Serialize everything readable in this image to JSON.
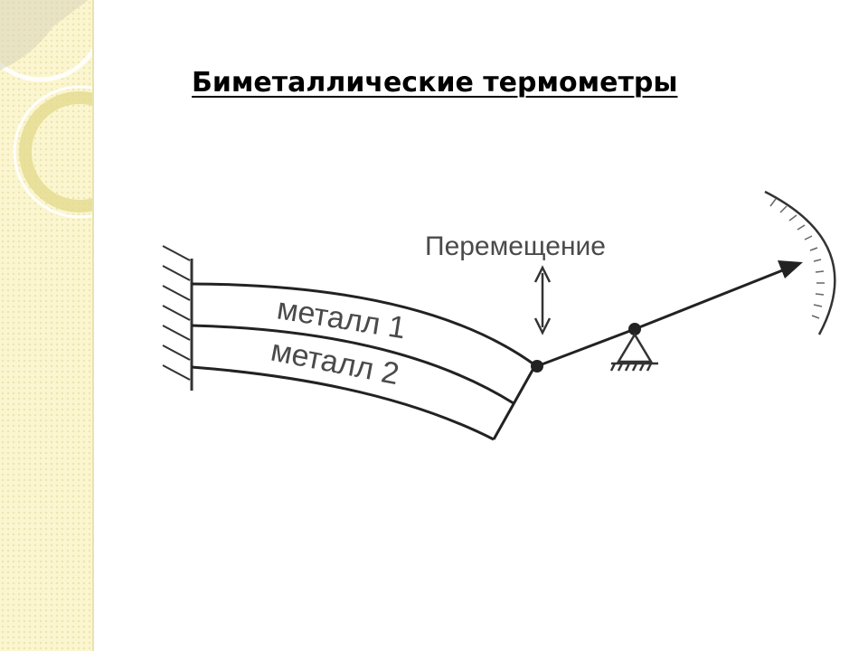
{
  "slide": {
    "title": "Биметаллические термометры"
  },
  "diagram": {
    "displacement_label": "Перемещение",
    "strip_top_label": "металл 1",
    "strip_bottom_label": "металл 2"
  },
  "colors": {
    "sidebar_background": "#fbf6cf",
    "sidebar_accent": "#d8d08a",
    "ink": "#222222",
    "label_text": "#4a4a4a"
  }
}
